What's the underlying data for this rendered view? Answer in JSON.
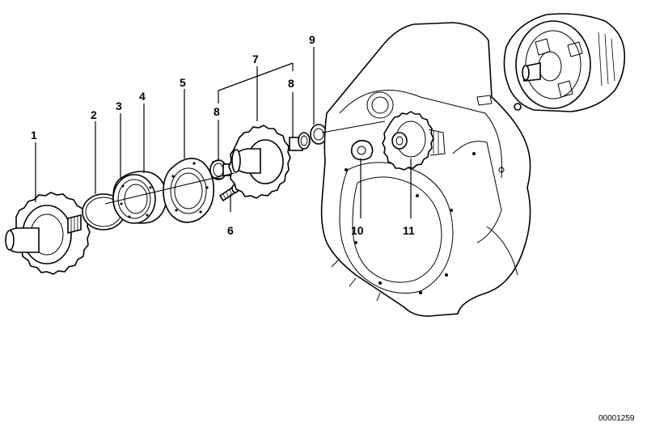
{
  "callouts": [
    {
      "id": "1",
      "text": "1"
    },
    {
      "id": "2",
      "text": "2"
    },
    {
      "id": "3",
      "text": "3"
    },
    {
      "id": "4",
      "text": "4"
    },
    {
      "id": "5",
      "text": "5"
    },
    {
      "id": "6",
      "text": "6"
    },
    {
      "id": "7",
      "text": "7"
    },
    {
      "id": "8a",
      "text": "8"
    },
    {
      "id": "8b",
      "text": "8"
    },
    {
      "id": "9",
      "text": "9"
    },
    {
      "id": "10",
      "text": "10"
    },
    {
      "id": "11",
      "text": "11"
    }
  ],
  "diagram_code": "00001259"
}
